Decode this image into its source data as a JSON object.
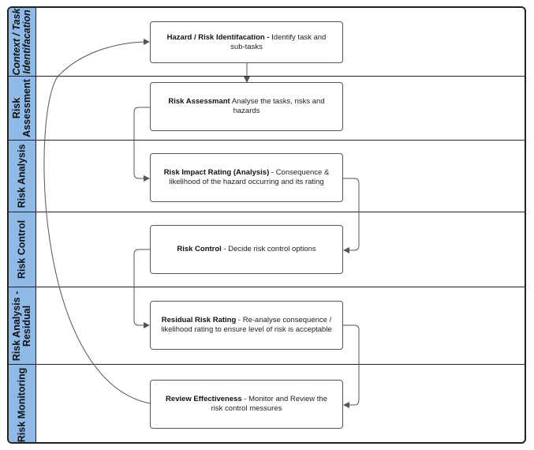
{
  "lanes": [
    {
      "line1": "Context / Task",
      "line2": "Identifacation",
      "italic": true
    },
    {
      "line1": "Risk",
      "line2": "Assessment",
      "italic": false
    },
    {
      "line1": "Risk Analysis",
      "line2": "",
      "italic": false
    },
    {
      "line1": "Risk Control",
      "line2": "",
      "italic": false
    },
    {
      "line1": "Risk Analysis -",
      "line2": "Residual",
      "italic": false
    },
    {
      "line1": "Risk Monitoring",
      "line2": "",
      "italic": false
    }
  ],
  "boxes": [
    {
      "title": "Hazard / Risk Identifacation -",
      "text": " Identify task and sub-tasks"
    },
    {
      "title": "Risk Assessmant",
      "text": "  Analyse the tasks, risks and hazards"
    },
    {
      "title": "Risk Impact Rating (Analysis)",
      "text": " - Consequence & likelihood of the hazard occurring and its rating"
    },
    {
      "title": "Risk Control",
      "text": " - Decide risk control options"
    },
    {
      "title": "Residual Risk Rating",
      "text": "  - Re-analyse consequence / likelihood rating to ensure level of risk is acceptable"
    },
    {
      "title": "Review Effectiveness",
      "text": " - Monitor and Review the risk control messures"
    }
  ],
  "colors": {
    "lane_fill": "#8fb9e6",
    "border": "#222222",
    "connector": "#555555"
  }
}
